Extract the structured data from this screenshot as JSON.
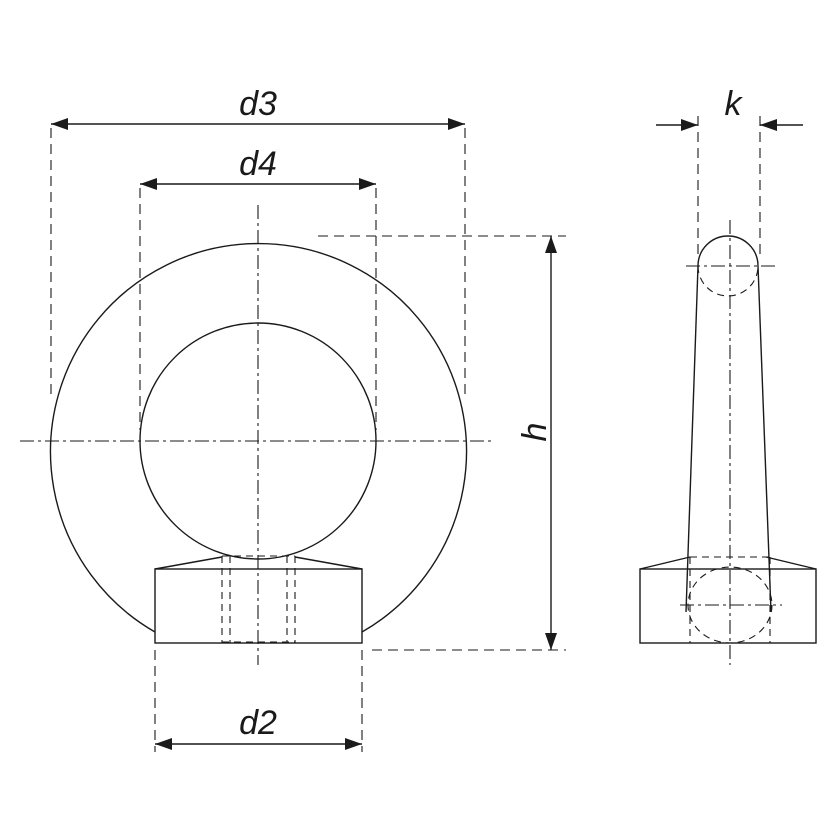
{
  "diagram": {
    "labels": {
      "d3": "d3",
      "d4": "d4",
      "h": "h",
      "d2": "d2",
      "k": "k"
    }
  }
}
